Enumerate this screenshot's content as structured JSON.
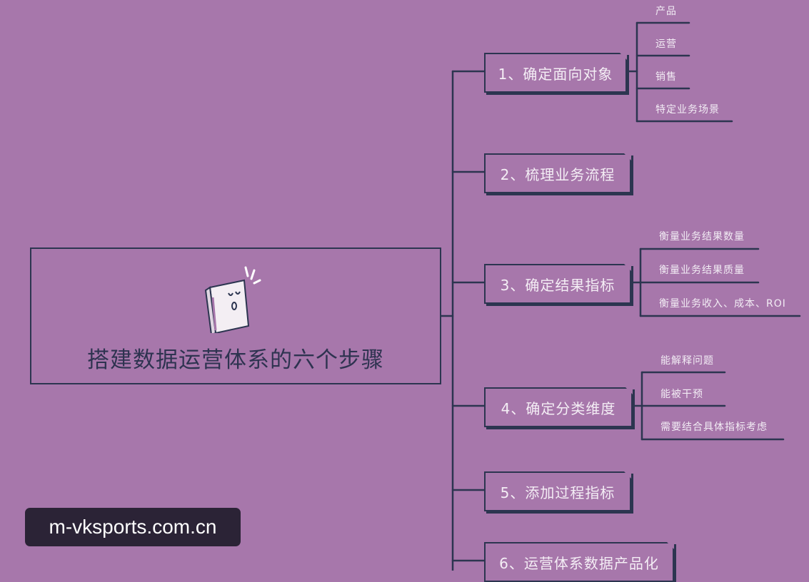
{
  "root": {
    "title": "搭建数据运营体系的六个步骤"
  },
  "steps": [
    {
      "label": "1、确定面向对象",
      "children": [
        "产品",
        "运营",
        "销售",
        "特定业务场景"
      ]
    },
    {
      "label": "2、梳理业务流程",
      "children": []
    },
    {
      "label": "3、确定结果指标",
      "children": [
        "衡量业务结果数量",
        "衡量业务结果质量",
        "衡量业务收入、成本、ROI"
      ]
    },
    {
      "label": "4、确定分类维度",
      "children": [
        "能解释问题",
        "能被干预",
        "需要结合具体指标考虑"
      ]
    },
    {
      "label": "5、添加过程指标",
      "children": []
    },
    {
      "label": "6、运营体系数据产品化",
      "children": []
    }
  ],
  "watermark": {
    "text": "m-vksports.com.cn"
  },
  "colors": {
    "background": "#a777ab",
    "line": "#2c3550",
    "text_light": "#f4eef5",
    "watermark_bg": "#2b2336"
  }
}
